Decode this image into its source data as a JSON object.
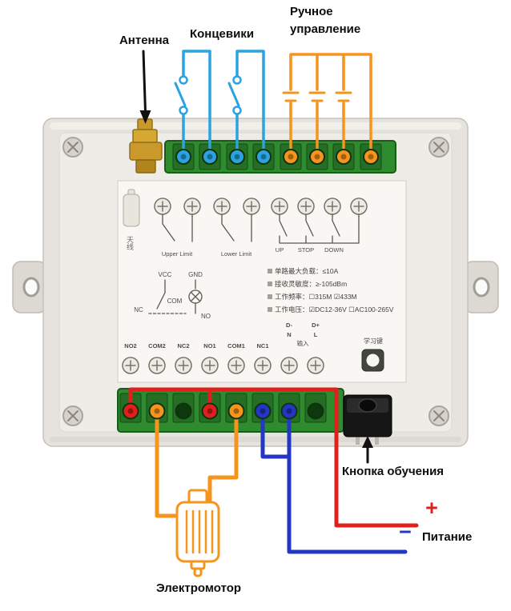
{
  "colors": {
    "wire_cyan": "#2aa4e0",
    "wire_orange": "#f7941d",
    "wire_red": "#e0201d",
    "wire_blue": "#2336c4",
    "pcb_green": "#2e8b2e",
    "sticker": "#f8f7f3",
    "gold": "#c9992b"
  },
  "annotations": {
    "antenna": "Антенна",
    "limit_switches": "Концевики",
    "manual_line1": "Ручное",
    "manual_line2": "управление",
    "learn_button": "Кнопка обучения",
    "motor": "Электромотор",
    "power": "Питание",
    "plus": "+",
    "minus": "−"
  },
  "panel": {
    "antenna_cn": "天线",
    "upper_limit": "Upper Limit",
    "lower_limit": "Lower Limit",
    "up": "UP",
    "stop": "STOP",
    "down": "DOWN",
    "vcc": "VCC",
    "gnd": "GND",
    "nc": "NC",
    "com": "COM",
    "no": "NO",
    "specs": [
      "单路最大负载：≤10A",
      "接收灵敏度：≥-105dBm",
      "工作频率：☐315M ☑433M",
      "工作电压：☑DC12-36V ☐AC100-265V"
    ],
    "terminals": [
      "NO2",
      "COM2",
      "NC2",
      "NO1",
      "COM1",
      "NC1"
    ],
    "d_minus": "D-",
    "d_plus": "D+",
    "n": "N",
    "l": "L",
    "input_cn": "输入",
    "learn_key_cn": "学习键"
  }
}
